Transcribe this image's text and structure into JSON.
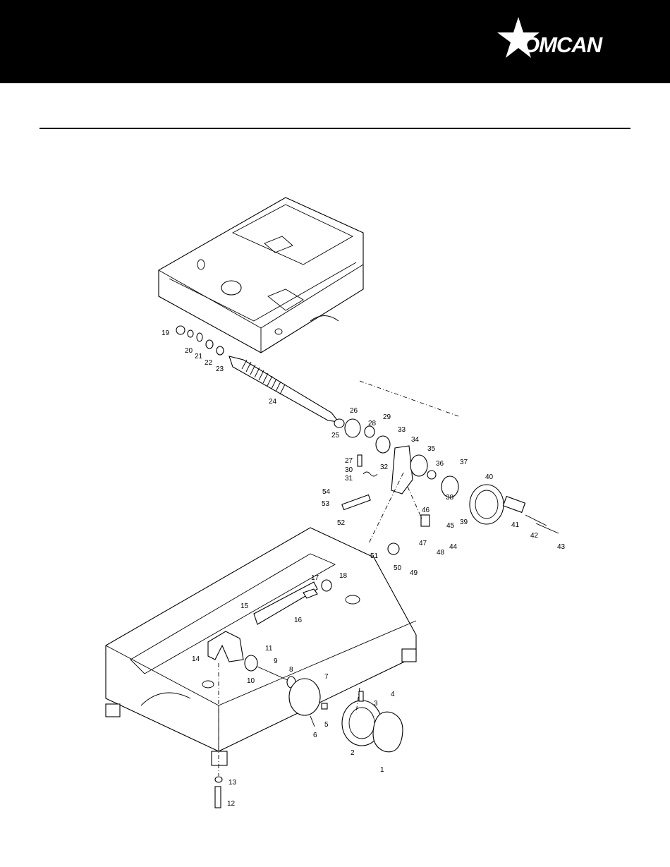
{
  "brand": {
    "logo_text": "OMCAN",
    "header_color": "#000000",
    "logo_color": "#ffffff"
  },
  "diagram": {
    "part_numbers": [
      "1",
      "2",
      "3",
      "4",
      "5",
      "6",
      "7",
      "8",
      "9",
      "10",
      "11",
      "12",
      "13",
      "14",
      "15",
      "16",
      "17",
      "18",
      "19",
      "20",
      "21",
      "22",
      "23",
      "24",
      "25",
      "26",
      "27",
      "28",
      "29",
      "30",
      "31",
      "32",
      "33",
      "34",
      "35",
      "36",
      "37",
      "38",
      "39",
      "40",
      "41",
      "42",
      "43",
      "44",
      "45",
      "46",
      "47",
      "48",
      "49",
      "50",
      "51",
      "52",
      "53",
      "54"
    ]
  }
}
